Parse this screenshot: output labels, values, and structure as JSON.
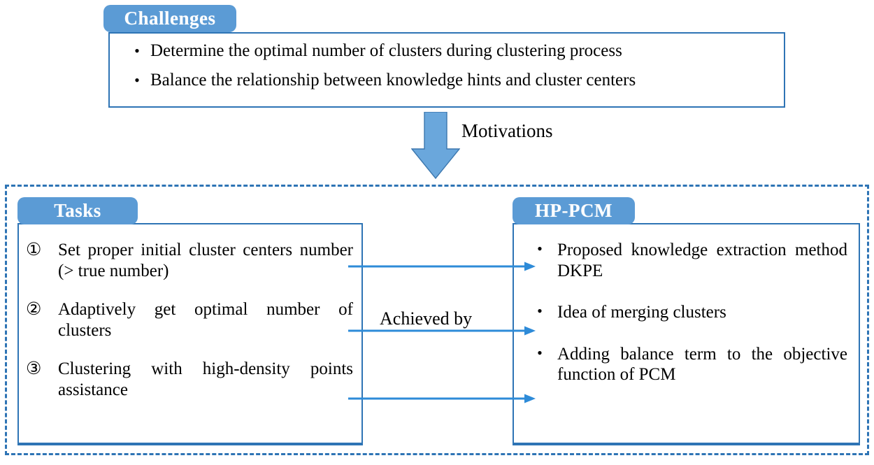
{
  "colors": {
    "tab_fill": "#5B9BD5",
    "border_blue": "#2E74B5",
    "arrow_blue": "#2E8BD8",
    "text": "#000000",
    "tab_text": "#FFFFFF"
  },
  "challenges": {
    "tab_label": "Challenges",
    "bullet_glyph": "•",
    "items": [
      "Determine the optimal number of clusters during clustering process",
      "Balance the relationship between knowledge hints and cluster centers"
    ]
  },
  "motivations": {
    "label": "Motivations",
    "arrow_direction": "down"
  },
  "tasks": {
    "tab_label": "Tasks",
    "items": [
      {
        "marker": "①",
        "text": "Set proper initial cluster centers number (> true number)"
      },
      {
        "marker": "②",
        "text": "Adaptively get optimal number of clusters"
      },
      {
        "marker": "③",
        "text": "Clustering with high-density points assistance"
      }
    ]
  },
  "connector": {
    "label": "Achieved by",
    "count": 3,
    "direction": "right"
  },
  "hppcm": {
    "tab_label": "HP-PCM",
    "bullet_glyph": "•",
    "items": [
      "Proposed knowledge extraction method DKPE",
      "Idea of merging clusters",
      "Adding balance term to the objective function of PCM"
    ]
  }
}
